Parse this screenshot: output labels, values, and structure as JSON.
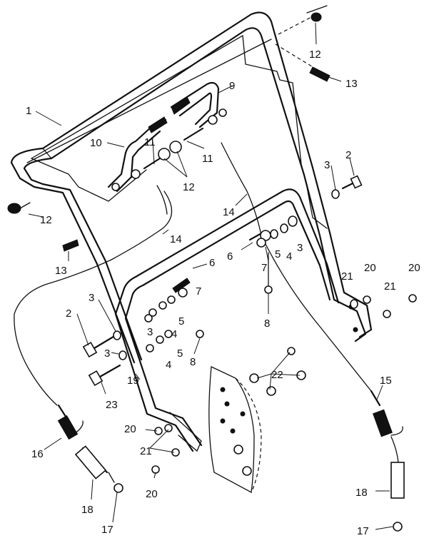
{
  "diagram": {
    "callouts": [
      {
        "id": "c1",
        "text": "1"
      },
      {
        "id": "c12a",
        "text": "12"
      },
      {
        "id": "c13a",
        "text": "13"
      },
      {
        "id": "c9",
        "text": "9"
      },
      {
        "id": "c10",
        "text": "10"
      },
      {
        "id": "c11a",
        "text": "11"
      },
      {
        "id": "c11b",
        "text": "11"
      },
      {
        "id": "c12b",
        "text": "12"
      },
      {
        "id": "c12c",
        "text": "12"
      },
      {
        "id": "c13b",
        "text": "13"
      },
      {
        "id": "c14a",
        "text": "14"
      },
      {
        "id": "c14b",
        "text": "14"
      },
      {
        "id": "c3a",
        "text": "3"
      },
      {
        "id": "c2a",
        "text": "2"
      },
      {
        "id": "c6a",
        "text": "6"
      },
      {
        "id": "c5a",
        "text": "5"
      },
      {
        "id": "c4a",
        "text": "4"
      },
      {
        "id": "c3b",
        "text": "3"
      },
      {
        "id": "c6b",
        "text": "6"
      },
      {
        "id": "c7a",
        "text": "7"
      },
      {
        "id": "c7b",
        "text": "7"
      },
      {
        "id": "c21a",
        "text": "21"
      },
      {
        "id": "c20a",
        "text": "20"
      },
      {
        "id": "c20b",
        "text": "20"
      },
      {
        "id": "c21b",
        "text": "21"
      },
      {
        "id": "c8a",
        "text": "8"
      },
      {
        "id": "c3c",
        "text": "3"
      },
      {
        "id": "c5b",
        "text": "5"
      },
      {
        "id": "c3d",
        "text": "3"
      },
      {
        "id": "c4b",
        "text": "4"
      },
      {
        "id": "c2b",
        "text": "2"
      },
      {
        "id": "c5c",
        "text": "5"
      },
      {
        "id": "c3e",
        "text": "3"
      },
      {
        "id": "c8b",
        "text": "8"
      },
      {
        "id": "c4c",
        "text": "4"
      },
      {
        "id": "c22",
        "text": "22"
      },
      {
        "id": "c19",
        "text": "19"
      },
      {
        "id": "c23",
        "text": "23"
      },
      {
        "id": "c15",
        "text": "15"
      },
      {
        "id": "c20c",
        "text": "20"
      },
      {
        "id": "c21c",
        "text": "21"
      },
      {
        "id": "c16",
        "text": "16"
      },
      {
        "id": "c20d",
        "text": "20"
      },
      {
        "id": "c18a",
        "text": "18"
      },
      {
        "id": "c17a",
        "text": "17"
      },
      {
        "id": "c18b",
        "text": "18"
      },
      {
        "id": "c17b",
        "text": "17"
      }
    ]
  }
}
